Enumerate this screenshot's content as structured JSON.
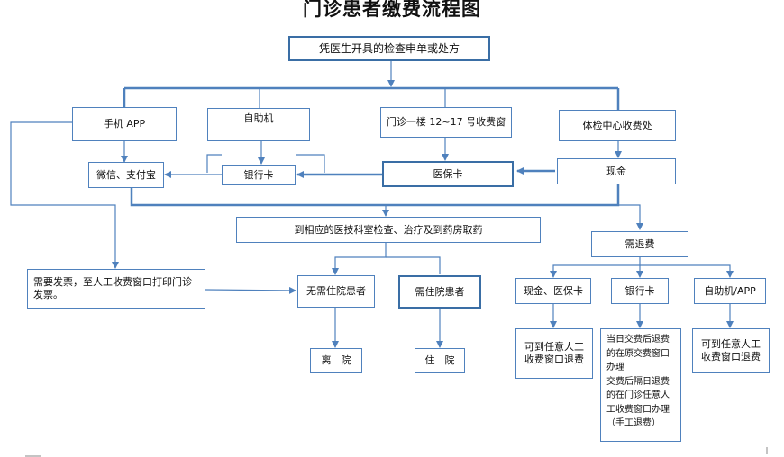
{
  "title": "门诊患者缴费流程图",
  "nodes": {
    "start": "凭医生开具的检查申单或处方",
    "app": "手机 APP",
    "self_machine": "自助机",
    "window": "门诊一楼 12~17 号收费窗",
    "checkup": "体检中心收费处",
    "wechat_alipay": "微信、支付宝",
    "bank_card": "银行卡",
    "insurance_card": "医保卡",
    "cash": "现金",
    "treatment": "到相应的医技科室检查、治疗及到药房取药",
    "refund": "需退费",
    "invoice": "需要发票，至人工收费窗口打印门诊发票。",
    "no_hospital": "无需住院患者",
    "hospital": "需住院患者",
    "leave": "离　院",
    "admit": "住　院",
    "refund_cash_insurance": "现金、医保卡",
    "refund_bank": "银行卡",
    "refund_machine_app": "自助机/APP",
    "refund_any_window_1": "可到任意人工收费窗口退费",
    "refund_bank_detail": "当日交费后退费的在原交费窗口办理\n交费后隔日退费的在门诊任意人工收费窗口办理（手工退费）",
    "refund_any_window_2": "可到任意人工收费窗口退费"
  },
  "colors": {
    "line": "#4f81bd",
    "border": "#4f81bd",
    "text": "#111111"
  }
}
